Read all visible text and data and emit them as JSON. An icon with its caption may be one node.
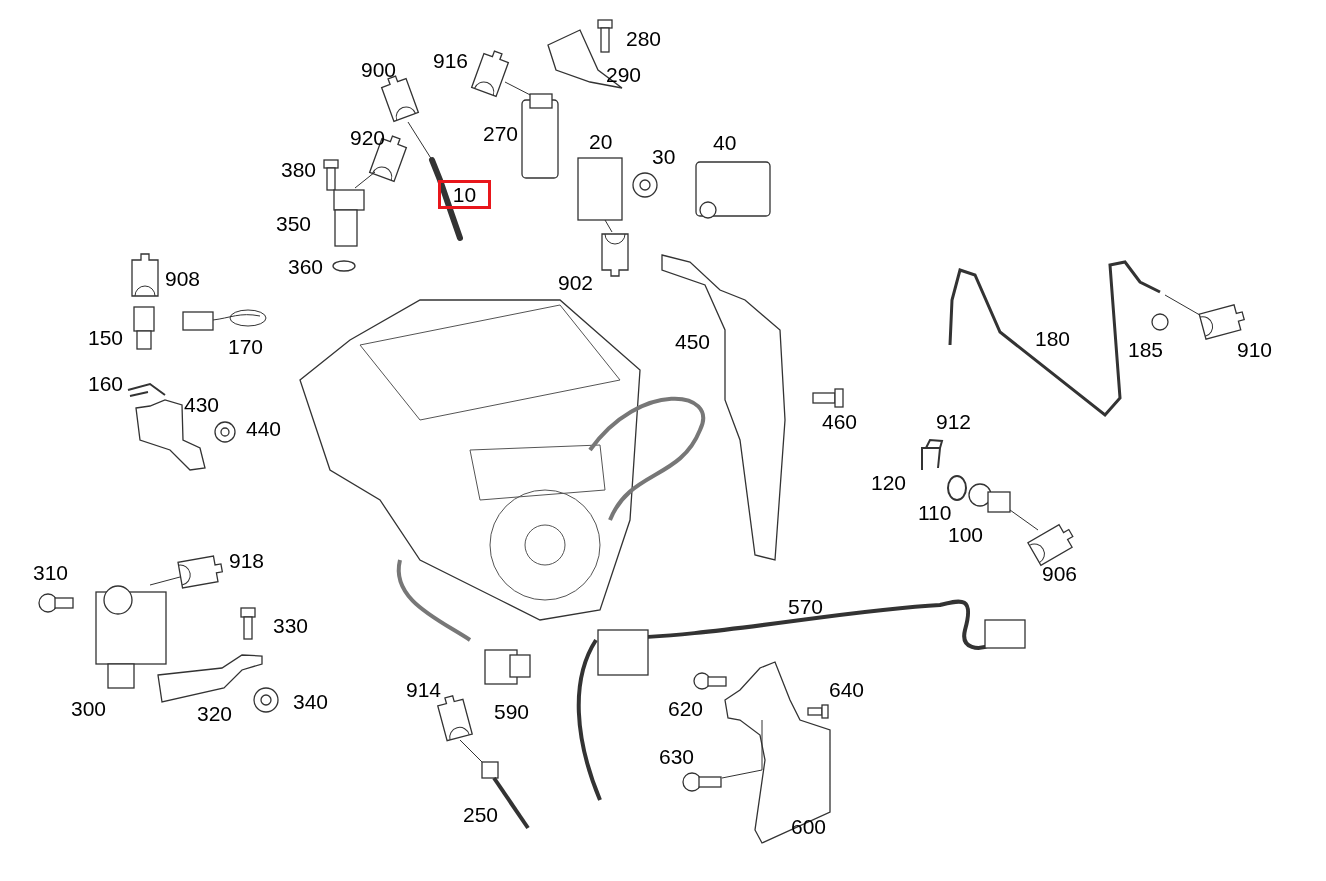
{
  "diagram": {
    "nodes": [
      {
        "text": [
          "10"
        ]
      }
    ],
    "labels": [
      "280",
      "916",
      "900",
      "290",
      "270",
      "920",
      "20",
      "40",
      "30",
      "380",
      "350",
      "360",
      "908",
      "902",
      "150",
      "180",
      "450",
      "170",
      "910",
      "185",
      "160",
      "430",
      "912",
      "460",
      "440",
      "120",
      "110",
      "100",
      "918",
      "310",
      "906",
      "570",
      "330",
      "914",
      "640",
      "340",
      "300",
      "620",
      "590",
      "320",
      "630",
      "250",
      "600"
    ]
  }
}
